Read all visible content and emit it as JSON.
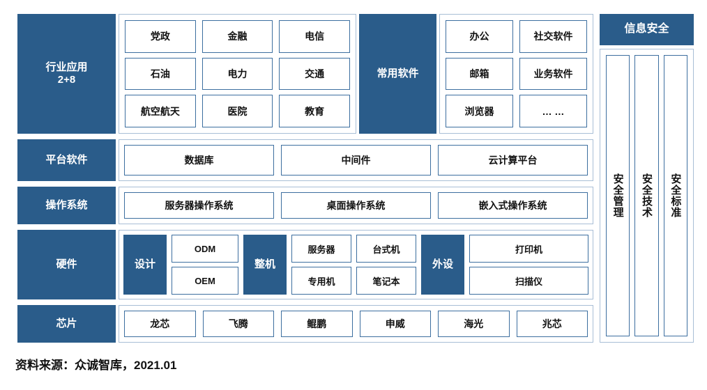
{
  "diagram": {
    "title_colors": {
      "accent_blue": "#2A5C8A",
      "box_border": "#3C6E9F",
      "panel_border": "#A8BED6"
    },
    "rows": [
      {
        "label": "行业应用\n2+8",
        "label_line1": "行业应用",
        "label_line2": "2+8",
        "items": [
          "党政",
          "金融",
          "电信",
          "石油",
          "电力",
          "交通",
          "航空航天",
          "医院",
          "教育"
        ]
      },
      {
        "label": "平台软件",
        "items": [
          "数据库",
          "中间件",
          "云计算平台"
        ]
      },
      {
        "label": "操作系统",
        "items": [
          "服务器操作系统",
          "桌面操作系统",
          "嵌入式操作系统"
        ]
      },
      {
        "label": "硬件",
        "groups": [
          {
            "name": "设计",
            "items": [
              "ODM",
              "OEM"
            ]
          },
          {
            "name": "整机",
            "items": [
              "服务器",
              "台式机",
              "专用机",
              "笔记本"
            ]
          },
          {
            "name": "外设",
            "items": [
              "打印机",
              "扫描仪"
            ]
          }
        ]
      },
      {
        "label": "芯片",
        "items": [
          "龙芯",
          "飞腾",
          "鲲鹏",
          "申威",
          "海光",
          "兆芯"
        ]
      }
    ],
    "common_software": {
      "label": "常用软件",
      "items": [
        "办公",
        "社交软件",
        "邮箱",
        "业务软件",
        "浏览器",
        "… …"
      ]
    },
    "security": {
      "header": "信息安全",
      "columns": [
        "安全管理",
        "安全技术",
        "安全标准"
      ]
    },
    "footer": "资料来源：众诚智库，2021.01"
  }
}
